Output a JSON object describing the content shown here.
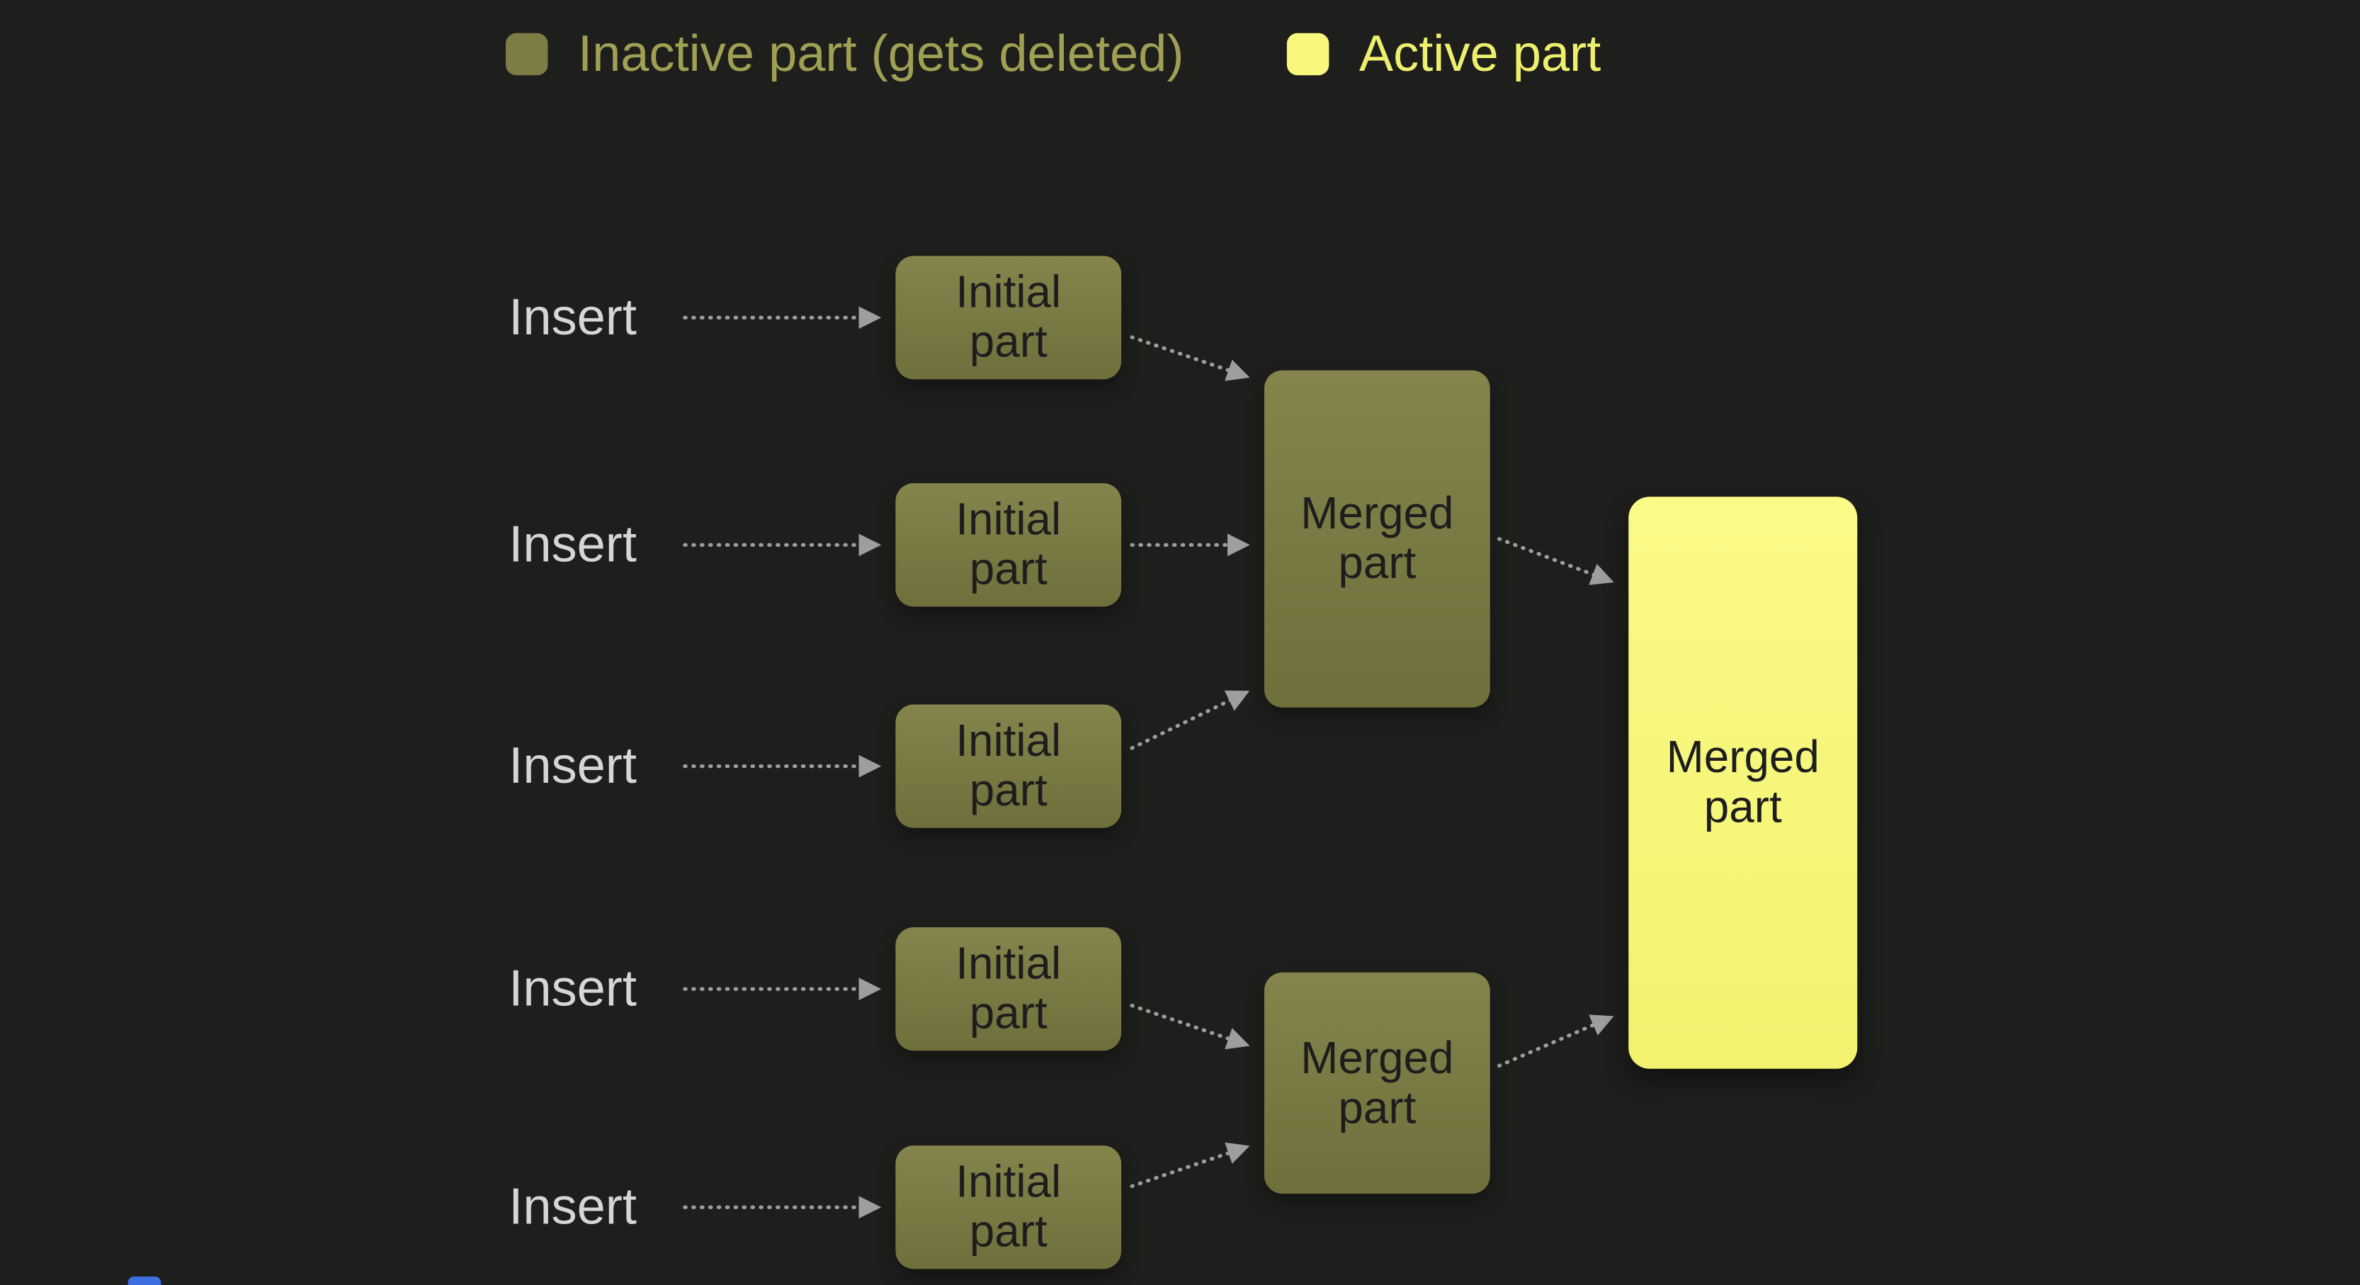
{
  "colors": {
    "background": "#1e1e1c",
    "inactive_fill": "#7c7c46",
    "active_fill": "#f8f87f",
    "node_text": "#1d1d1d",
    "insert_text": "#d6d6d6",
    "arrow": "#9e9e9e",
    "legend_inactive_text": "#a0a054",
    "legend_active_text": "#efef6e"
  },
  "legend": {
    "inactive_label": "Inactive part (gets deleted)",
    "active_label": "Active part"
  },
  "diagram": {
    "insert_label": "Insert",
    "initial_label": "Initial part",
    "merged_label": "Merged part"
  }
}
